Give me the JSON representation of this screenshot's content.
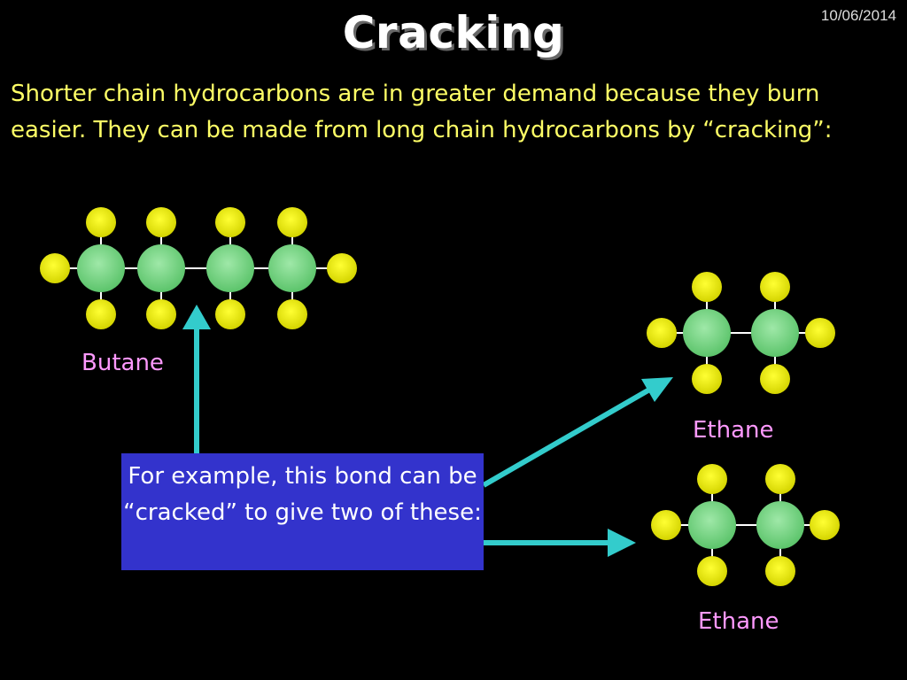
{
  "slide": {
    "title": "Cracking",
    "date": "10/06/2014",
    "intro": "Shorter chain hydrocarbons are in greater demand because they burn easier.  They can be made from long chain hydrocarbons by “cracking”:",
    "callout": "For example, this bond can be “cracked” to give two of these:",
    "labels": {
      "butane": "Butane",
      "ethane_top": "Ethane",
      "ethane_bottom": "Ethane"
    }
  },
  "colors": {
    "background": "#000000",
    "intro_text": "#ffff66",
    "label_text": "#ff99ff",
    "callout_bg": "#3333cc",
    "arrow": "#33cccc",
    "carbon": "#7fd88a",
    "hydrogen": "#e6e600"
  },
  "molecules": [
    {
      "name": "butane",
      "carbons": 4,
      "hydrogens": 10
    },
    {
      "name": "ethane",
      "carbons": 2,
      "hydrogens": 6
    },
    {
      "name": "ethane",
      "carbons": 2,
      "hydrogens": 6
    }
  ]
}
